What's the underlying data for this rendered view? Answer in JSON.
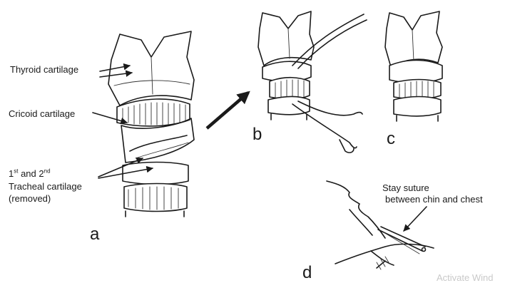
{
  "labels": {
    "thyroid": "Thyroid cartilage",
    "cricoid": "Cricoid cartilage",
    "tracheal_line1_num1": "1",
    "tracheal_line1_sup1": "st",
    "tracheal_line1_and": " and 2",
    "tracheal_line1_sup2": "nd",
    "tracheal_line2": "Tracheal cartilage",
    "tracheal_line3": "(removed)",
    "stay_suture_line1": "Stay suture",
    "stay_suture_line2": "between chin and chest"
  },
  "panels": {
    "a": "a",
    "b": "b",
    "c": "c",
    "d": "d"
  },
  "overlay": {
    "watermark": "Activate Wind"
  }
}
